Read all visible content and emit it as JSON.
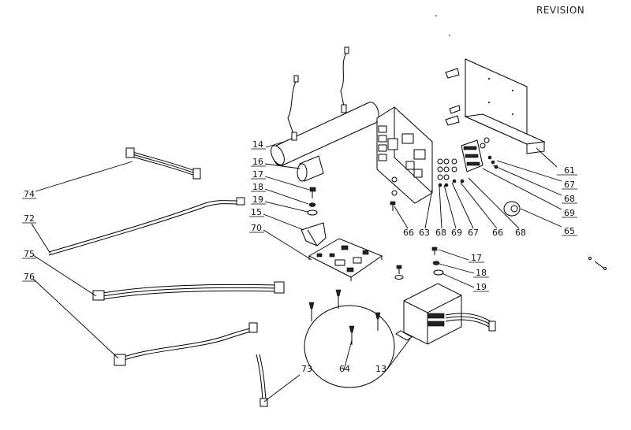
{
  "header": {
    "title": "REVISION"
  },
  "callouts": [
    "74",
    "72",
    "75",
    "76",
    "14",
    "16",
    "17",
    "18",
    "19",
    "15",
    "70",
    "73",
    "64",
    "13",
    "61",
    "67",
    "68",
    "69",
    "65",
    "66",
    "63",
    "68",
    "69",
    "67",
    "66",
    "68",
    "17",
    "18",
    "19"
  ]
}
